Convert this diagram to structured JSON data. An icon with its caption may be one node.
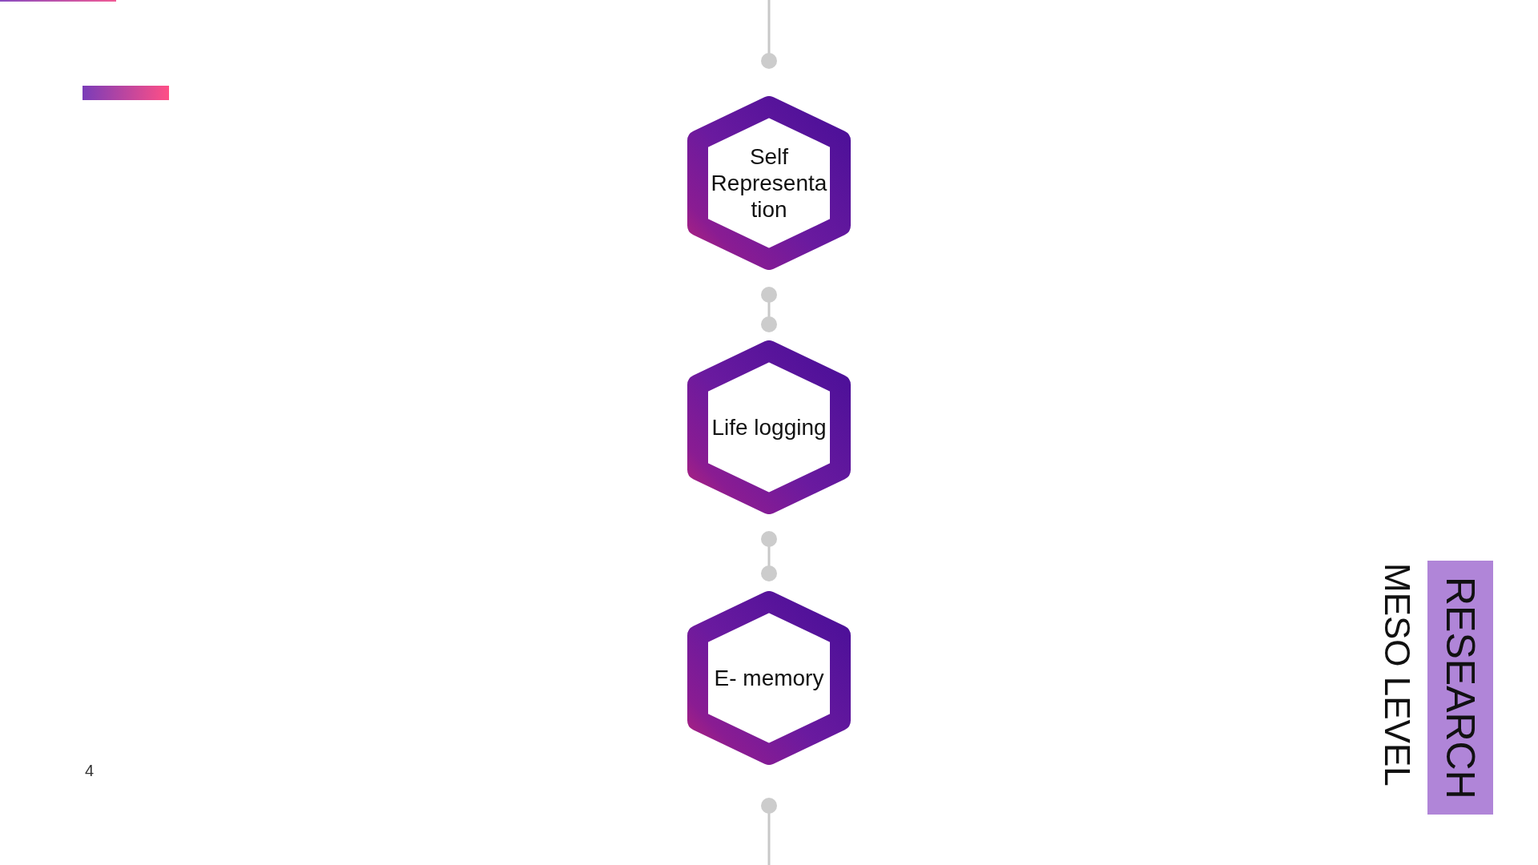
{
  "diagram": {
    "nodes": [
      {
        "text": [
          "Self Representation"
        ]
      },
      {
        "text": [
          "Life logging"
        ]
      },
      {
        "text": [
          "E- memory"
        ]
      },
      {
        "text": [
          "RESEARCH"
        ]
      }
    ],
    "edges": [
      {
        "from": null,
        "to": 0,
        "arrow": "other"
      },
      {
        "from": 0,
        "to": 1,
        "arrow": "other"
      },
      {
        "from": 1,
        "to": 2,
        "arrow": "other"
      },
      {
        "from": 2,
        "to": null,
        "arrow": "other"
      }
    ],
    "labels": [
      "MESO LEVEL",
      "4"
    ]
  }
}
